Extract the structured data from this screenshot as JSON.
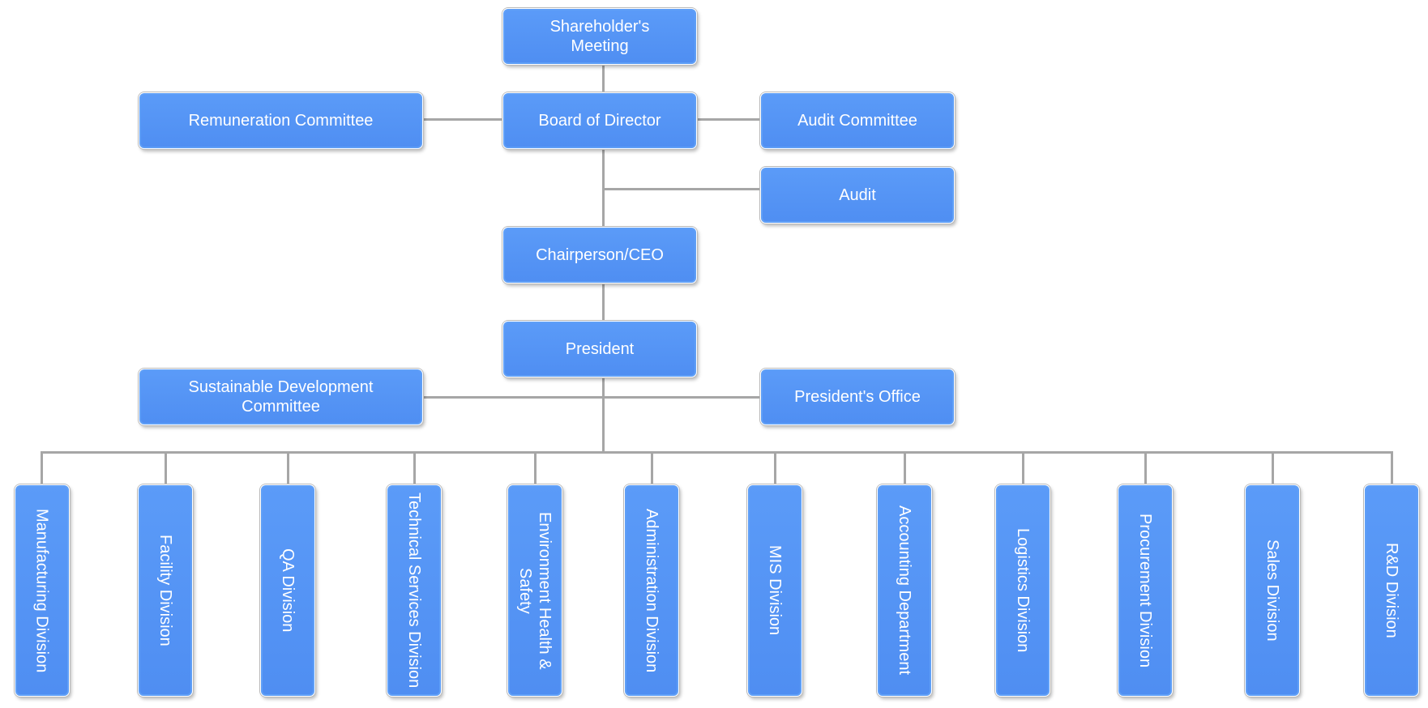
{
  "nodes": {
    "shareholders_meeting": "Shareholder's Meeting",
    "board_of_director": "Board of Director",
    "remuneration_committee": "Remuneration Committee",
    "audit_committee": "Audit Committee",
    "audit": "Audit",
    "chairperson_ceo": "Chairperson/CEO",
    "president": "President",
    "sustainable_development_committee": "Sustainable Development Committee",
    "presidents_office": "President's Office"
  },
  "divisions": [
    "Manufacturing Division",
    "Facility Division",
    "QA Division",
    "Technical Services Division",
    "Environment Health & Safety",
    "Administration Division",
    "MIS Division",
    "Accounting Department",
    "Logistics Division",
    "Procurement Division",
    "Sales Division",
    "R&D Division"
  ],
  "colors": {
    "box_fill": "#5596f6",
    "box_text": "#ffffff",
    "connector": "#a6a6a6"
  }
}
